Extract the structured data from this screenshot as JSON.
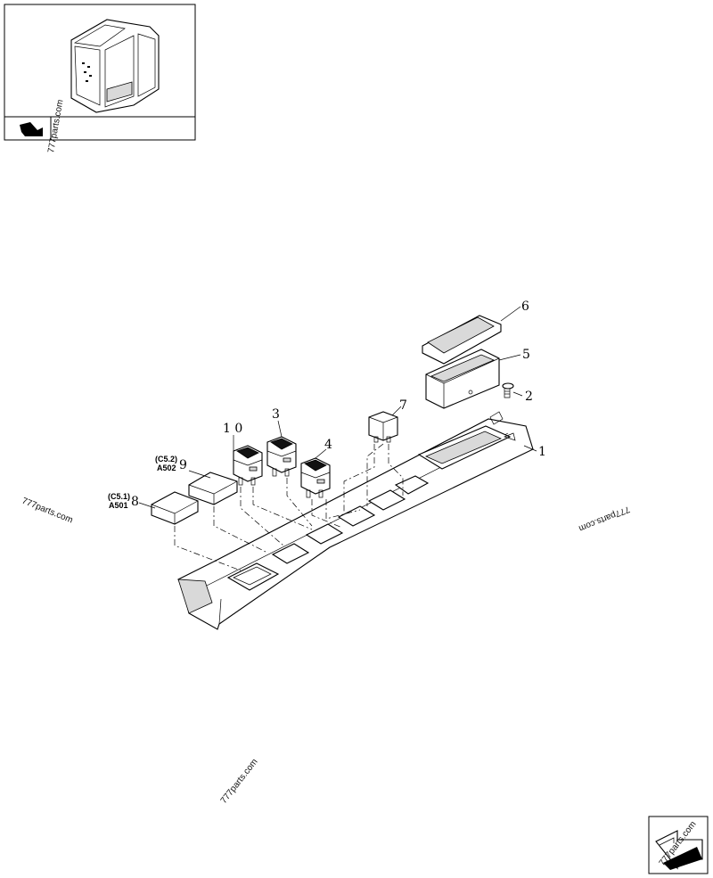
{
  "callouts": {
    "c1": "1",
    "c2": "2",
    "c3": "3",
    "c4": "4",
    "c5": "5",
    "c6": "6",
    "c7": "7",
    "c8": "8",
    "c9": "9",
    "c10": "1 0"
  },
  "sub_labels": {
    "s8_ref": "(C5.1)",
    "s8_code": "A501",
    "s9_ref": "(C5.2)",
    "s9_code": "A502"
  },
  "watermarks": {
    "wm_thumb": "777parts.com",
    "wm_left": "777parts.com",
    "wm_right": "777parts.com",
    "wm_bottom": "777parts.com",
    "wm_corner": "777parts.com"
  }
}
